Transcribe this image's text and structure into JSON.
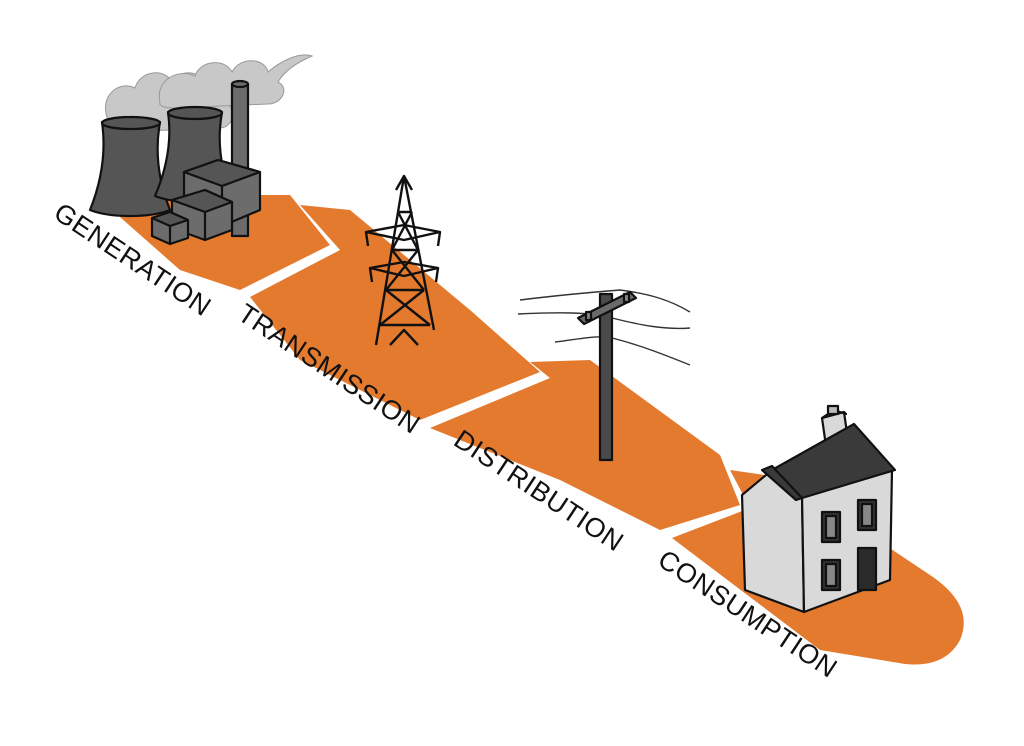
{
  "colors": {
    "flow": "#e47a2e",
    "flow_gap": "#ffffff",
    "ink": "#111111",
    "plant_dark": "#555555",
    "plant_mid": "#6c6c6c",
    "steam": "#c8c8c8",
    "house_wall": "#d9d9d9",
    "house_roof": "#3a3a3a"
  },
  "stages": [
    {
      "id": "generation",
      "label": "GENERATION",
      "icon": "power-plant-icon"
    },
    {
      "id": "transmission",
      "label": "TRANSMISSION",
      "icon": "transmission-tower-icon"
    },
    {
      "id": "distribution",
      "label": "DISTRIBUTION",
      "icon": "utility-pole-icon"
    },
    {
      "id": "consumption",
      "label": "CONSUMPTION",
      "icon": "house-icon"
    }
  ]
}
